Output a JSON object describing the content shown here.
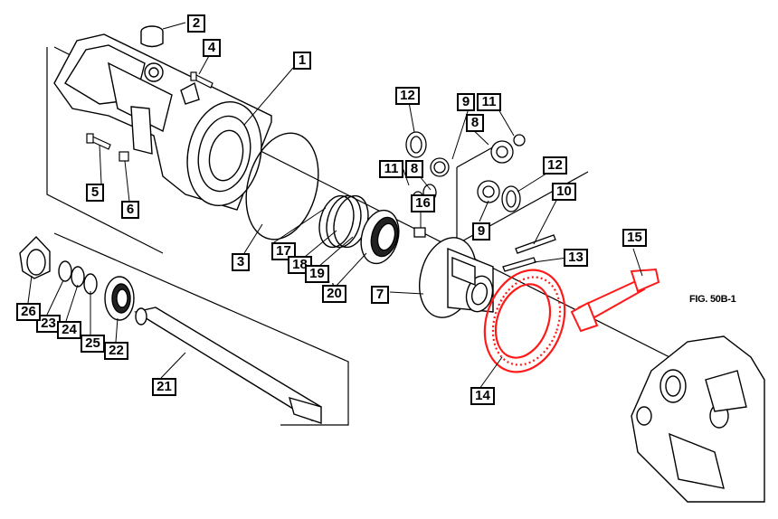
{
  "figure_label": "FIG. 50B-1",
  "colors": {
    "line": "#000000",
    "highlight": "#ff1a1a",
    "background": "#ffffff"
  },
  "callouts": {
    "c1": "1",
    "c2": "2",
    "c3": "3",
    "c4": "4",
    "c5": "5",
    "c6": "6",
    "c7": "7",
    "c8a": "8",
    "c8b": "8",
    "c9a": "9",
    "c9b": "9",
    "c10": "10",
    "c11a": "11",
    "c11b": "11",
    "c12a": "12",
    "c12b": "12",
    "c13": "13",
    "c14": "14",
    "c15": "15",
    "c16": "16",
    "c17": "17",
    "c18": "18",
    "c19": "19",
    "c20": "20",
    "c21": "21",
    "c22": "22",
    "c23": "23",
    "c24": "24",
    "c25": "25",
    "c26": "26"
  }
}
